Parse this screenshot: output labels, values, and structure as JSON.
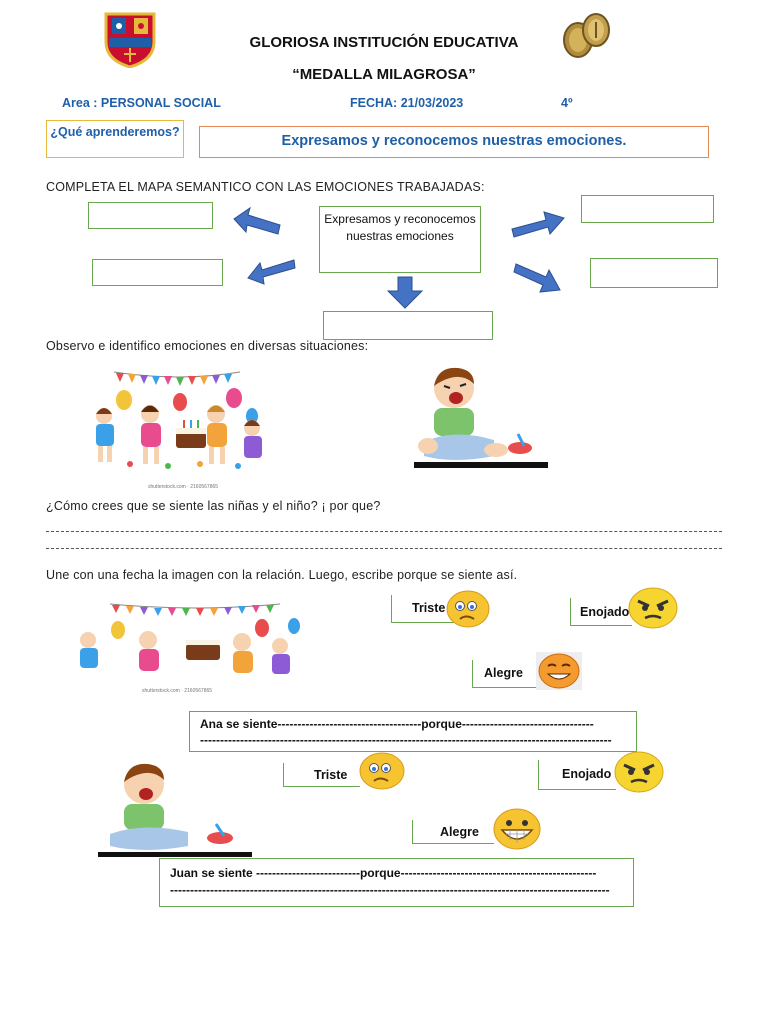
{
  "header": {
    "school_line1": "GLORIOSA INSTITUCIÓN EDUCATIVA",
    "school_line2": "“MEDALLA MILAGROSA”",
    "area": "Area : PERSONAL SOCIAL",
    "fecha": "FECHA: 21/03/2023",
    "grado": "4º"
  },
  "learning": {
    "question": "¿Qué aprenderemos?",
    "topic": "Expresamos y reconocemos nuestras emociones."
  },
  "map": {
    "instruction": "COMPLETA EL MAPA SEMANTICO CON LAS EMOCIONES TRABAJADAS:",
    "center": "Expresamos y reconocemos nuestras emociones"
  },
  "observe": {
    "instruction": "Observo e identifico emociones en diversas situaciones:",
    "question": "¿Cómo crees que se siente las niñas y el niño? ¡ por que?",
    "stock_credit": "shutterstock.com · 2160567865"
  },
  "matching": {
    "instruction": "Une con una fecha  la imagen con la relación. Luego, escribe porque se siente así.",
    "labels": {
      "triste": "Triste",
      "enojado": "Enojado",
      "alegre": "Alegre"
    },
    "ana": {
      "line1": "Ana se siente------------------------------------porque---------------------------------",
      "line2": "-------------------------------------------------------------------------------------------------------"
    },
    "juan": {
      "line1": "Juan se siente --------------------------porque-------------------------------------------------",
      "line2": "--------------------------------------------------------------------------------------------------------------"
    }
  },
  "colors": {
    "accent_blue": "#1f5fa8",
    "green_border": "#6aa84f",
    "orange_border": "#e58a54",
    "gold_border": "#e7b93a",
    "arrow_blue": "#4472c4"
  },
  "icons": [
    "school-crest-icon",
    "miraculous-medal-icon",
    "arrow-icon",
    "sad-face-icon",
    "angry-face-icon",
    "happy-face-icon"
  ]
}
